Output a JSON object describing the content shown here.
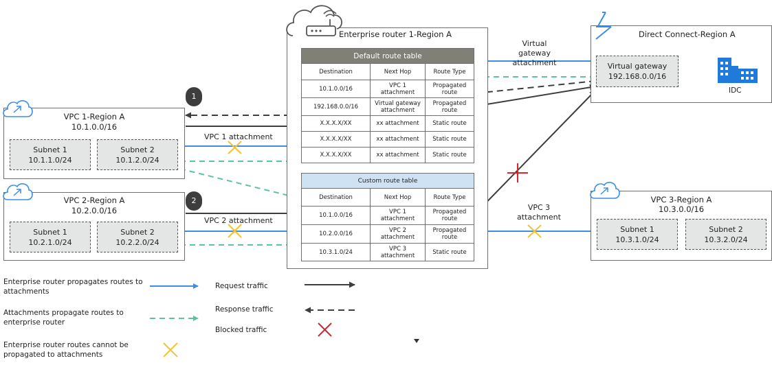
{
  "router": {
    "title": "Enterprise router 1-Region A",
    "default_table": {
      "title": "Default route table",
      "headers": [
        "Destination",
        "Next Hop",
        "Route Type"
      ],
      "rows": [
        {
          "dest": "10.1.0.0/16",
          "hop": "VPC 1 attachment",
          "type": "Propagated route"
        },
        {
          "dest": "192.168.0.0/16",
          "hop": "Virtual gateway attachment",
          "type": "Propagated route"
        },
        {
          "dest": "X.X.X.X/XX",
          "hop": "xx attachment",
          "type": "Static route"
        },
        {
          "dest": "X.X.X.X/XX",
          "hop": "xx attachment",
          "type": "Static route"
        },
        {
          "dest": "X.X.X.X/XX",
          "hop": "xx attachment",
          "type": "Static route"
        }
      ]
    },
    "custom_table": {
      "title": "Custom route table",
      "headers": [
        "Destination",
        "Next Hop",
        "Route Type"
      ],
      "rows": [
        {
          "dest": "10.1.0.0/16",
          "hop": "VPC 1 attachment",
          "type": "Propagated route"
        },
        {
          "dest": "10.2.0.0/16",
          "hop": "VPC 2 attachment",
          "type": "Propagated route"
        },
        {
          "dest": "10.3.1.0/24",
          "hop": "VPC 3 attachment",
          "type": "Static route"
        }
      ]
    }
  },
  "vpc1": {
    "title": "VPC 1-Region A",
    "cidr": "10.1.0.0/16",
    "subnets": [
      {
        "name": "Subnet 1",
        "cidr": "10.1.1.0/24"
      },
      {
        "name": "Subnet 2",
        "cidr": "10.1.2.0/24"
      }
    ]
  },
  "vpc2": {
    "title": "VPC 2-Region A",
    "cidr": "10.2.0.0/16",
    "subnets": [
      {
        "name": "Subnet 1",
        "cidr": "10.2.1.0/24"
      },
      {
        "name": "Subnet 2",
        "cidr": "10.2.2.0/24"
      }
    ]
  },
  "vpc3": {
    "title": "VPC 3-Region A",
    "cidr": "10.3.0.0/16",
    "subnets": [
      {
        "name": "Subnet 1",
        "cidr": "10.3.1.0/24"
      },
      {
        "name": "Subnet 2",
        "cidr": "10.3.2.0/24"
      }
    ]
  },
  "dc": {
    "title": "Direct Connect-Region A",
    "gateway_name": "Virtual gateway",
    "gateway_cidr": "192.168.0.0/16",
    "idc": "IDC"
  },
  "labels": {
    "vgw_attachment": "Virtual gateway attachment",
    "vpc1_attachment": "VPC 1 attachment",
    "vpc2_attachment": "VPC 2 attachment",
    "vpc3_attachment": "VPC 3 attachment",
    "badge1": "1",
    "badge2": "2"
  },
  "legend": {
    "propagate_to_attachments": "Enterprise router propagates routes to attachments",
    "attachments_propagate": "Attachments propagate routes to enterprise router",
    "cannot_propagate": "Enterprise router routes cannot be propagated to attachments",
    "request": "Request traffic",
    "response": "Response traffic",
    "blocked": "Blocked traffic"
  },
  "colors": {
    "propagate_blue": "#3a8ee6",
    "attach_green": "#5cc49a",
    "traffic_dark": "#3d3d3d",
    "cross_yellow": "#f2c230",
    "blocked_red": "#d9232e",
    "default_header": "#808076",
    "custom_header": "#cfe2f3",
    "subnet_fill": "#e4e6e6",
    "idc_blue": "#1f7ad9"
  },
  "icons": [
    "cloud-icon",
    "router-icon",
    "direct-connect-icon",
    "idc-building-icon",
    "collapse-arrow-icon"
  ]
}
